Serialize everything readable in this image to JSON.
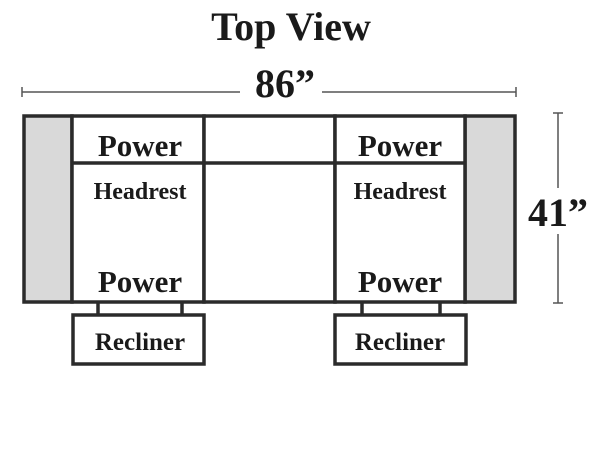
{
  "title": "Top View",
  "dimensions": {
    "width_label": "86”",
    "depth_label": "41”"
  },
  "seats": {
    "left": {
      "headrest_top": "Power",
      "headrest_mid": "Headrest",
      "power_lumbar": "Power",
      "footrest": "Recliner"
    },
    "right": {
      "headrest_top": "Power",
      "headrest_mid": "Headrest",
      "power_lumbar": "Power",
      "footrest": "Recliner"
    }
  },
  "colors": {
    "title": "#6666dd",
    "outline": "#2b2b2b",
    "armrest_fill": "#d9d9d9",
    "dimension_line": "#555555"
  }
}
